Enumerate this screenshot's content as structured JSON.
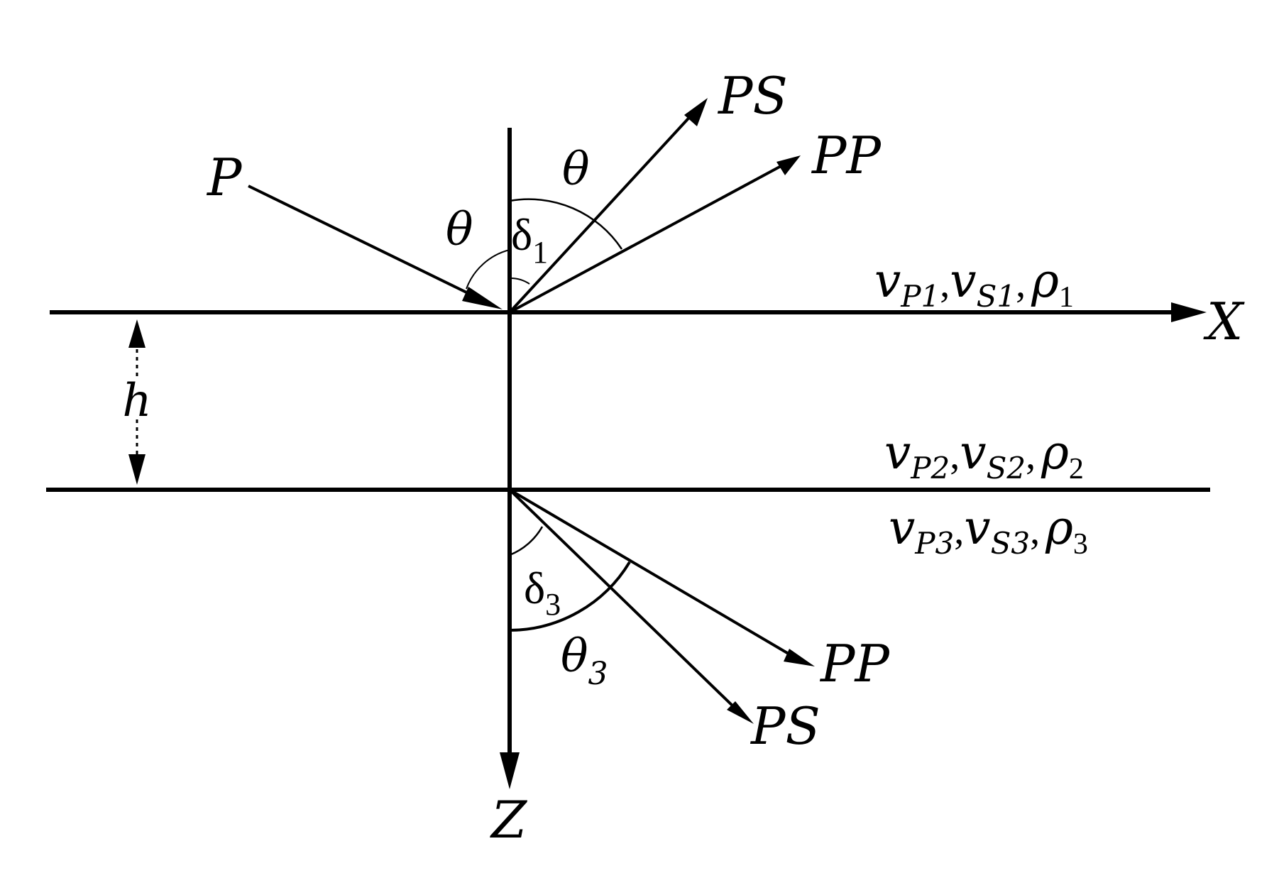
{
  "diagram": {
    "incident_wave": "P",
    "reflected_pp": "PP",
    "reflected_ps": "PS",
    "transmitted_pp": "PP",
    "transmitted_ps": "PS",
    "x_axis": "X",
    "z_axis": "Z",
    "thickness": "h",
    "theta": "θ",
    "theta_reflected": "θ",
    "delta": "δ",
    "delta1_sub": "1",
    "delta3_sub": "3",
    "theta3_sub": "3",
    "v": "v",
    "rho": "ρ",
    "comma": ",",
    "layer1": {
      "p_sub": "P1",
      "s_sub": "S1",
      "rho_sub": "1"
    },
    "layer2": {
      "p_sub": "P2",
      "s_sub": "S2",
      "rho_sub": "2"
    },
    "layer3": {
      "p_sub": "P3",
      "s_sub": "S3",
      "rho_sub": "3"
    }
  }
}
